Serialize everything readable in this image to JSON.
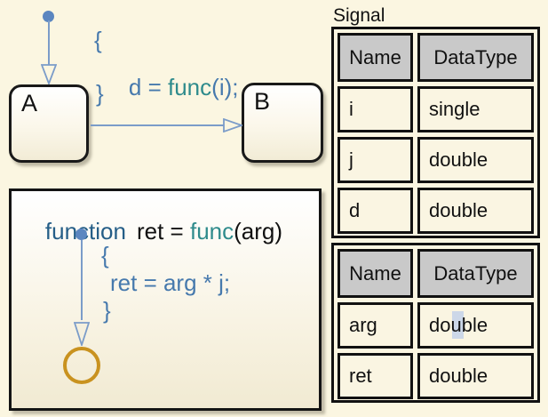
{
  "colors": {
    "background": "#fbf6e1",
    "transition_line_blue": "#7b9cc9",
    "default_dot_blue": "#5b86c0",
    "code_blue": "#4679ad",
    "code_teal": "#2e8b8c",
    "keyword_navy": "#255e87",
    "junction_orange": "#c9921f",
    "table_header_gray": "#c9c9c9",
    "table_cell_cream": "#faf5e2"
  },
  "diagram": {
    "state_a_label": "A",
    "state_b_label": "B",
    "ab_transition": {
      "brace_open": "{",
      "code_pre": "d = ",
      "code_func": "func",
      "code_post": "(i);",
      "brace_close": "}"
    },
    "function_box": {
      "keyword": "function",
      "signature_pre": "ret = ",
      "signature_func": "func",
      "signature_post": "(arg)",
      "body": {
        "brace_open": "{",
        "statement": "ret = arg * j;",
        "brace_close": "}"
      }
    }
  },
  "panel": {
    "title": "Signal",
    "tables": [
      {
        "headers": [
          "Name",
          "DataType"
        ],
        "rows": [
          [
            "i",
            "single"
          ],
          [
            "j",
            "double"
          ],
          [
            "d",
            "double"
          ]
        ]
      },
      {
        "headers": [
          "Name",
          "DataType"
        ],
        "rows": [
          [
            "arg",
            "double"
          ],
          [
            "ret",
            "double"
          ]
        ]
      }
    ]
  }
}
